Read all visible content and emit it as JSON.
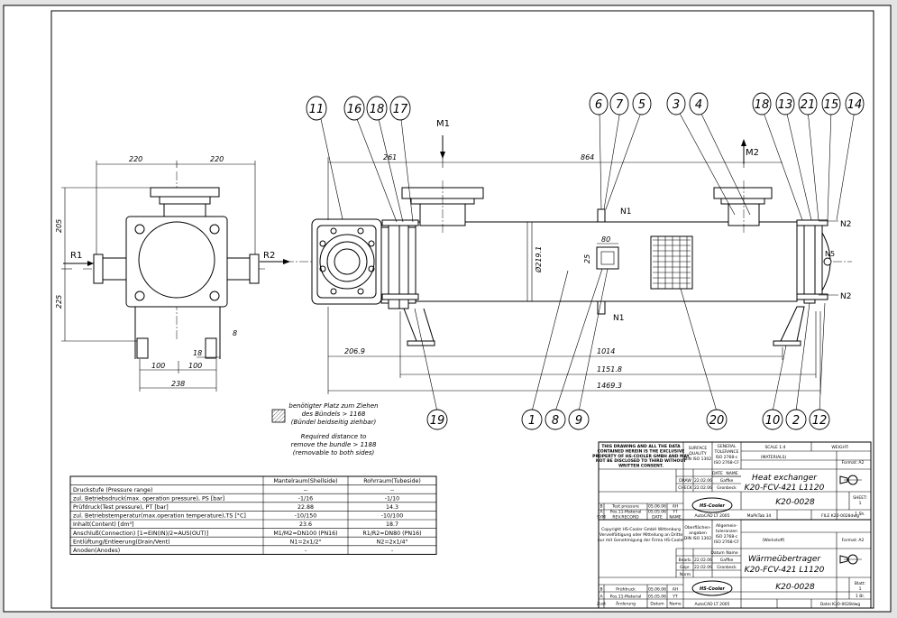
{
  "balloons": [
    "11",
    "16",
    "18",
    "17",
    "6",
    "7",
    "5",
    "3",
    "4",
    "18",
    "13",
    "21",
    "15",
    "14",
    "19",
    "1",
    "8",
    "9",
    "20",
    "10",
    "2",
    "12"
  ],
  "labels": {
    "M1": "M1",
    "M2": "M2",
    "R1": "R1",
    "R2": "R2",
    "N1_top": "N1",
    "N1_bot": "N1",
    "N2_top": "N2",
    "N2_bot": "N2",
    "N5": "N5"
  },
  "dims": {
    "d220a": "220",
    "d220b": "220",
    "d205": "205",
    "d225": "225",
    "d100a": "100",
    "d100b": "100",
    "d18": "18",
    "d238": "238",
    "d8": "8",
    "d261": "261",
    "d864": "864",
    "d80": "80",
    "d25": "25",
    "dia": "Ø219.1",
    "d2069": "206.9",
    "d1014": "1014",
    "d1151": "1151.8",
    "d1469": "1469.3"
  },
  "note": {
    "de1": "benötigter Platz zum Ziehen",
    "de2": "des Bündels > 1168",
    "de3": "(Bündel beidseitig ziehbar)",
    "en1": "Required distance to",
    "en2": "remove the bundle > 1188",
    "en3": "(removable to both sides)"
  },
  "table": {
    "headers": [
      "",
      "Mantelraum(Shellside)",
      "Rohrraum(Tubeside)"
    ],
    "rows": [
      [
        "Druckstufe (Pressure range)",
        "--",
        "--"
      ],
      [
        "zul. Betriebsdruck(max. operation pressure), PS [bar]",
        "-1/16",
        "-1/10"
      ],
      [
        "Prüfdruck(Test pressure), PT [bar]",
        "22.88",
        "14.3"
      ],
      [
        "zul. Betriebstemperatur(max.operation temperature),TS [°C]",
        "-10/150",
        "-10/100"
      ],
      [
        "Inhalt(Content) [dm³]",
        "23.6",
        "18.7"
      ],
      [
        "Anschluß(Connection) [1=EIN(IN)/2=AUS(OUT)]",
        "M1/M2=DN100 (PN16)",
        "R1/R2=DN80 (PN16)"
      ],
      [
        "Entlüftung/Entleerung(Drain/Vent)",
        "N1=2x1/2\"",
        "N2=2x1/4\""
      ],
      [
        "Anoden(Anodes)",
        "-",
        "-"
      ]
    ]
  },
  "titleblock": {
    "copyright": [
      "THIS DRAWING AND ALL THE DATA",
      "CONTAINED HEREIN IS THE EXCLUSIVE",
      "PROPERTY OF HS-COOLER GMBH AND MAY",
      "NOT BE DISCLOSED TO THIRD WITHOUT",
      "WRITTEN CONSENT."
    ],
    "surface_quality": [
      "SURFACE",
      "QUALITY",
      "DIN ISO 1302"
    ],
    "general_tolerance": [
      "GENERAL",
      "TOLERANCE",
      "ISO 2768-c",
      "ISO 2768-CF"
    ],
    "scale": "SCALE 1:4",
    "weight": "WEIGHT:",
    "materials": "(MATERIALS)",
    "format_en": "Format: A2",
    "date_hdr": "DATE",
    "name_hdr": "NAME",
    "draw_lbl": "DRAW",
    "draw_date": "22.02.06",
    "draw_name": "Gaffke",
    "check_lbl": "CHECK",
    "check_date": "22.02.06",
    "check_name": "Gronbeck",
    "title_en_1": "Heat exchanger",
    "title_en_2": "K20-FCV-421 L1120",
    "drawing_no": "K20-0028",
    "sheet_en": "SHEET:",
    "sheet_en_val": "1",
    "sheet_en_of": "1 Sh.",
    "rev_rows": [
      [
        "B",
        "Test pressure",
        "05.06.06",
        "AH"
      ],
      [
        "A",
        "Pos.11-Material",
        "05.05.06",
        "YT"
      ]
    ],
    "rev_header": [
      "SYM",
      "REV.RECORD",
      "DATE",
      "NAME"
    ],
    "logo": "HS-Cooler",
    "acad_en": "AutoCAD LT 2005",
    "mapkey": "MaPkTab 34",
    "file_en": "FILE K20-0028dwg",
    "werkstoff": "(Werkstoff)",
    "surface_de": [
      "Oberflächen-",
      "angaben",
      "DIN ISO 1302"
    ],
    "tol_de": [
      "Allgemein-",
      "toleranzen",
      "ISO 2768-c",
      "ISO 2768-CF"
    ],
    "copyright_de": [
      "Copyright HS-Cooler GmbH Wittenburg",
      "Vervielfältigung oder Mitteilung an Dritte",
      "nur mit Genehmigung der Firma HS-Cooler"
    ],
    "datum": "Datum",
    "name_de": "Name",
    "bearb": "Bearb.",
    "bearb_date": "22.02.06",
    "bearb_name": "Gaffke",
    "gepr": "Gepr.",
    "gepr_date": "22.02.06",
    "gepr_name": "Gronbeck",
    "norm": "Norm",
    "title_de_1": "Wärmeübertrager",
    "title_de_2": "K20-FCV-421 L1120",
    "format_de": "Format: A2",
    "drawing_no_de": "K20-0028",
    "blatt": "Blatt:",
    "blatt_val": "1",
    "blatt_of": "1 Bl.",
    "rev_rows_de": [
      [
        "B",
        "Prüfdruck",
        "05.06.06",
        "AH"
      ],
      [
        "A",
        "Pos.11-Material",
        "05.05.06",
        "YT"
      ]
    ],
    "rev_header_de": [
      "Zust",
      "Änderung",
      "Datum",
      "Name"
    ],
    "acad_de": "AutoCAD LT 2005",
    "datei_de": "Datei K20-0028dwg"
  }
}
